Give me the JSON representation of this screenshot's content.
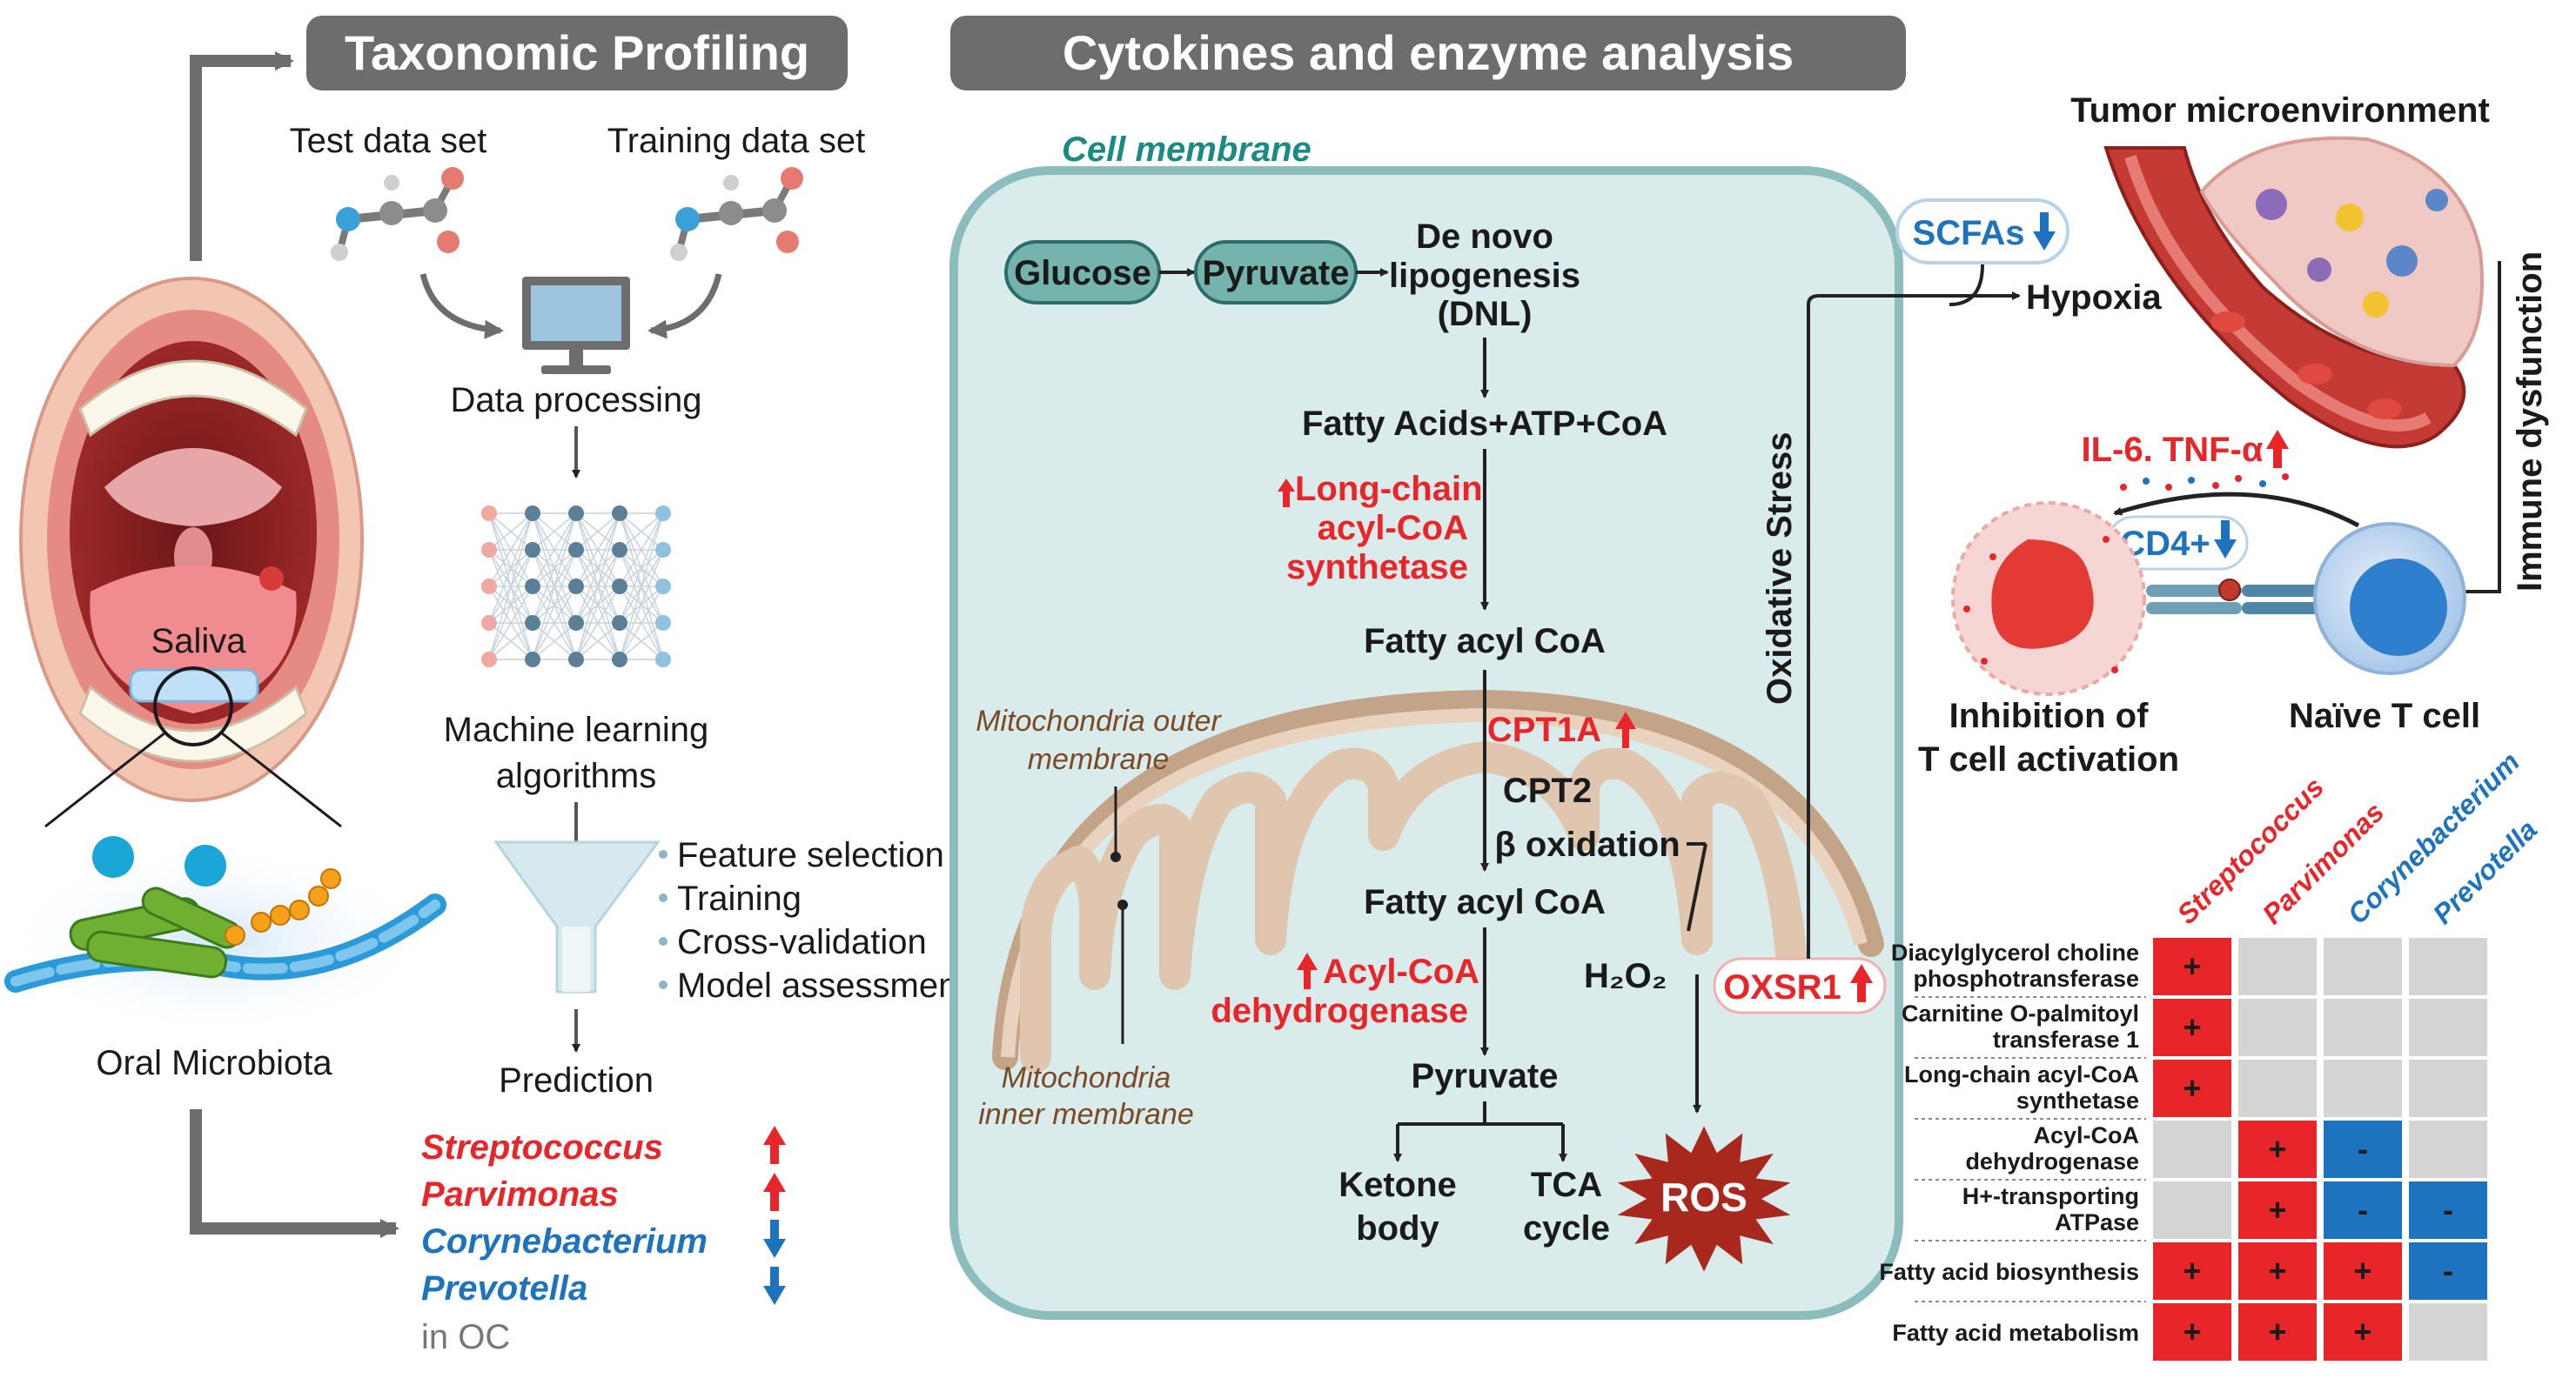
{
  "headers": {
    "taxonomic": "Taxonomic Profiling",
    "cytokines": "Cytokines and enzyme analysis"
  },
  "left": {
    "saliva": "Saliva",
    "oral_microbiota": "Oral Microbiota"
  },
  "profiling": {
    "test_set": "Test data set",
    "training_set": "Training data set",
    "data_processing": "Data processing",
    "ml_line1": "Machine learning",
    "ml_line2": "algorithms",
    "steps": [
      "Feature selection",
      "Training",
      "Cross-validation",
      "Model assessment"
    ],
    "prediction": "Prediction",
    "taxa": [
      {
        "name": "Streptococcus",
        "dir": "up"
      },
      {
        "name": "Parvimonas",
        "dir": "up"
      },
      {
        "name": "Corynebacterium",
        "dir": "down"
      },
      {
        "name": "Prevotella",
        "dir": "down"
      }
    ],
    "in_oc": "in OC"
  },
  "cell": {
    "membrane": "Cell membrane",
    "glucose": "Glucose",
    "pyruvate_top": "Pyruvate",
    "dnl_1": "De novo",
    "dnl_2": "lipogenesis",
    "dnl_3": "(DNL)",
    "fatty_acids": "Fatty Acids+ATP+CoA",
    "lcacs_1": "Long-chain",
    "lcacs_2": "acyl-CoA",
    "lcacs_3": "synthetase",
    "fatty_acyl_coa_1": "Fatty acyl CoA",
    "cpt1a": "CPT1A",
    "cpt2": "CPT2",
    "beta_ox": "β oxidation",
    "fatty_acyl_coa_2": "Fatty acyl CoA",
    "acad_1": "Acyl-CoA",
    "acad_2": "dehydrogenase",
    "h2o2": "H₂O₂",
    "pyruvate_bottom": "Pyruvate",
    "ketone_1": "Ketone",
    "ketone_2": "body",
    "tca_1": "TCA",
    "tca_2": "cycle",
    "ros": "ROS",
    "oxsr1": "OXSR1",
    "oxidative_stress": "Oxidative Stress",
    "mito_outer_1": "Mitochondria outer",
    "mito_outer_2": "membrane",
    "mito_inner_1": "Mitochondria",
    "mito_inner_2": "inner membrane"
  },
  "tumor": {
    "title": "Tumor microenvironment",
    "scfas": "SCFAs",
    "hypoxia": "Hypoxia",
    "immune_dysfunction": "Immune dysfunction",
    "cytokines": "IL-6. TNF-α",
    "cd4": "CD4+",
    "inhibition_1": "Inhibition of",
    "inhibition_2": "T cell activation",
    "naive": "Naïve T cell"
  },
  "heatmap": {
    "columns": [
      {
        "name": "Streptococcus",
        "color": "#e8262a"
      },
      {
        "name": "Parvimonas",
        "color": "#e8262a"
      },
      {
        "name": "Corynebacterium",
        "color": "#1e73be"
      },
      {
        "name": "Prevotella",
        "color": "#1e73be"
      }
    ],
    "rows": [
      {
        "label": [
          "Diacylglycerol choline",
          "phosphotransferase"
        ],
        "cells": [
          "+",
          "",
          "",
          ""
        ]
      },
      {
        "label": [
          "Carnitine O-palmitoyl",
          "transferase 1"
        ],
        "cells": [
          "+",
          "",
          "",
          ""
        ]
      },
      {
        "label": [
          "Long-chain acyl-CoA",
          "synthetase"
        ],
        "cells": [
          "+",
          "",
          "",
          ""
        ]
      },
      {
        "label": [
          "Acyl-CoA",
          "dehydrogenase"
        ],
        "cells": [
          "",
          "+",
          "-",
          ""
        ]
      },
      {
        "label": [
          "H+-transporting",
          "ATPase"
        ],
        "cells": [
          "",
          "+",
          "-",
          "-"
        ]
      },
      {
        "label": [
          "Fatty acid biosynthesis"
        ],
        "cells": [
          "+",
          "+",
          "+",
          "-"
        ]
      },
      {
        "label": [
          "Fatty acid metabolism"
        ],
        "cells": [
          "+",
          "+",
          "+",
          ""
        ]
      }
    ],
    "colors": {
      "plus": "#e8262a",
      "minus": "#1e73be",
      "empty": "#d4d4d4"
    }
  },
  "colors": {
    "up": "#e8262a",
    "down": "#1e73be",
    "header_bg": "#6d6d6d",
    "cell_fill": "#d9ebeb",
    "cell_stroke": "#8cbdbd"
  }
}
